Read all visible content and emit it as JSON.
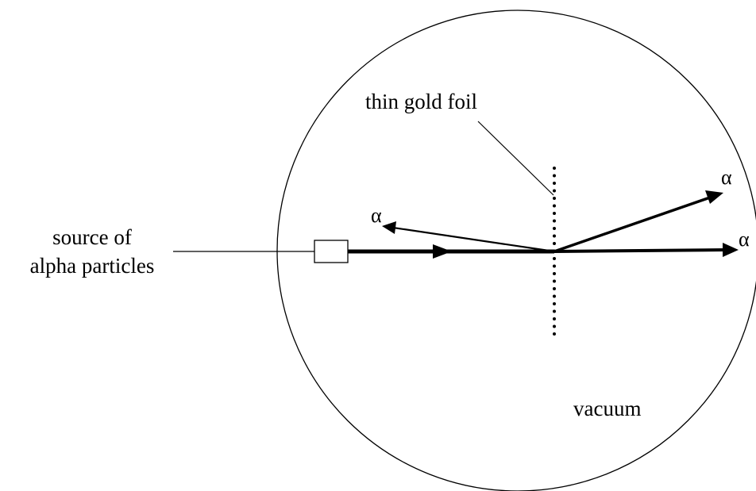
{
  "labels": {
    "foil": "thin gold foil",
    "source_line1": "source of",
    "source_line2": "alpha particles",
    "vacuum": "vacuum",
    "alpha_symbol": "α"
  },
  "colors": {
    "ink": "#000000",
    "background": "#ffffff"
  }
}
